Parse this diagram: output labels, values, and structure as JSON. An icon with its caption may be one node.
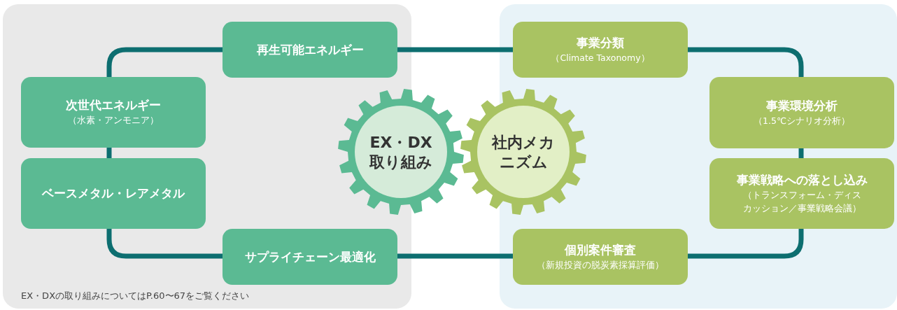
{
  "diagram": {
    "nodes": [
      {
        "text": [
          "再生可能エネルギー"
        ]
      },
      {
        "text": [
          "次世代エネルギー",
          "（水素・アンモニア）"
        ]
      },
      {
        "text": [
          "ベースメタル・レアメタル"
        ]
      },
      {
        "text": [
          "サプライチェーン最適化"
        ]
      },
      {
        "text": [
          "EX・DX取り組み"
        ]
      },
      {
        "text": [
          "社内メカニズム"
        ]
      },
      {
        "text": [
          "事業分類",
          "（Climate Taxonomy）"
        ]
      },
      {
        "text": [
          "事業環境分析",
          "（1.5℃シナリオ分析）"
        ]
      },
      {
        "text": [
          "事業戦略への落とし込み",
          "（トランスフォーム・ディスカッション／事業戦略会議）"
        ]
      },
      {
        "text": [
          "個別案件審査",
          "（新規投資の脱炭素採算評価）"
        ]
      }
    ],
    "edges": [
      {
        "from": 1,
        "to": 0,
        "arrow": "none"
      },
      {
        "from": 0,
        "to": 6,
        "arrow": "none"
      },
      {
        "from": 6,
        "to": 7,
        "arrow": "none"
      },
      {
        "from": 7,
        "to": 8,
        "arrow": "none"
      },
      {
        "from": 8,
        "to": 9,
        "arrow": "none"
      },
      {
        "from": 9,
        "to": 3,
        "arrow": "none"
      },
      {
        "from": 3,
        "to": 2,
        "arrow": "none"
      },
      {
        "from": 2,
        "to": 1,
        "arrow": "none"
      }
    ],
    "labels": [
      "EX・DXの取り組みについてはP.60〜67をご覧ください"
    ]
  }
}
